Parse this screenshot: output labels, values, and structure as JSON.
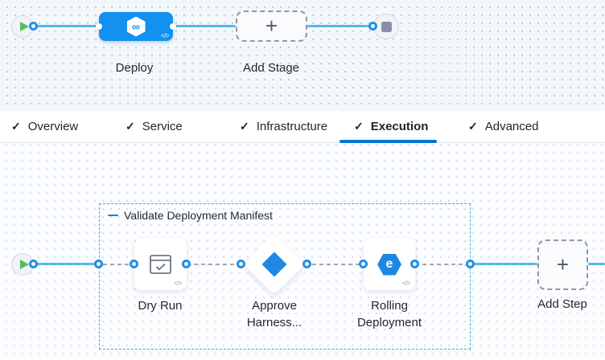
{
  "colors": {
    "accent_blue": "#0278d5",
    "stage_node_blue": "#1292ee",
    "connector_line_blue": "#54b9ea",
    "ring_blue": "#1f8fe8",
    "icon_blue": "#1e88e5",
    "group_border_cyan": "#2fb3e6",
    "play_green": "#57ba63",
    "stop_gray": "#8a8ea6"
  },
  "icons": {
    "check": "✓",
    "plus": "+",
    "code": "</>",
    "infinity": "∞",
    "rolling_glyph": "e"
  },
  "stage_pipeline": {
    "stage_label": "Deploy",
    "add_stage_label": "Add Stage"
  },
  "tabs": {
    "items": [
      {
        "label": "Overview",
        "checked": true,
        "active": false
      },
      {
        "label": "Service",
        "checked": true,
        "active": false
      },
      {
        "label": "Infrastructure",
        "checked": true,
        "active": false
      },
      {
        "label": "Execution",
        "checked": true,
        "active": true
      },
      {
        "label": "Advanced",
        "checked": true,
        "active": false
      }
    ]
  },
  "execution": {
    "group_title": "Validate Deployment Manifest",
    "steps": [
      {
        "label": "Dry Run",
        "icon": "dry-run-icon"
      },
      {
        "label": "Approve Harness...",
        "icon": "approval-icon"
      },
      {
        "label": "Rolling Deployment",
        "icon": "rolling-deployment-icon"
      }
    ],
    "add_step_label": "Add Step"
  }
}
